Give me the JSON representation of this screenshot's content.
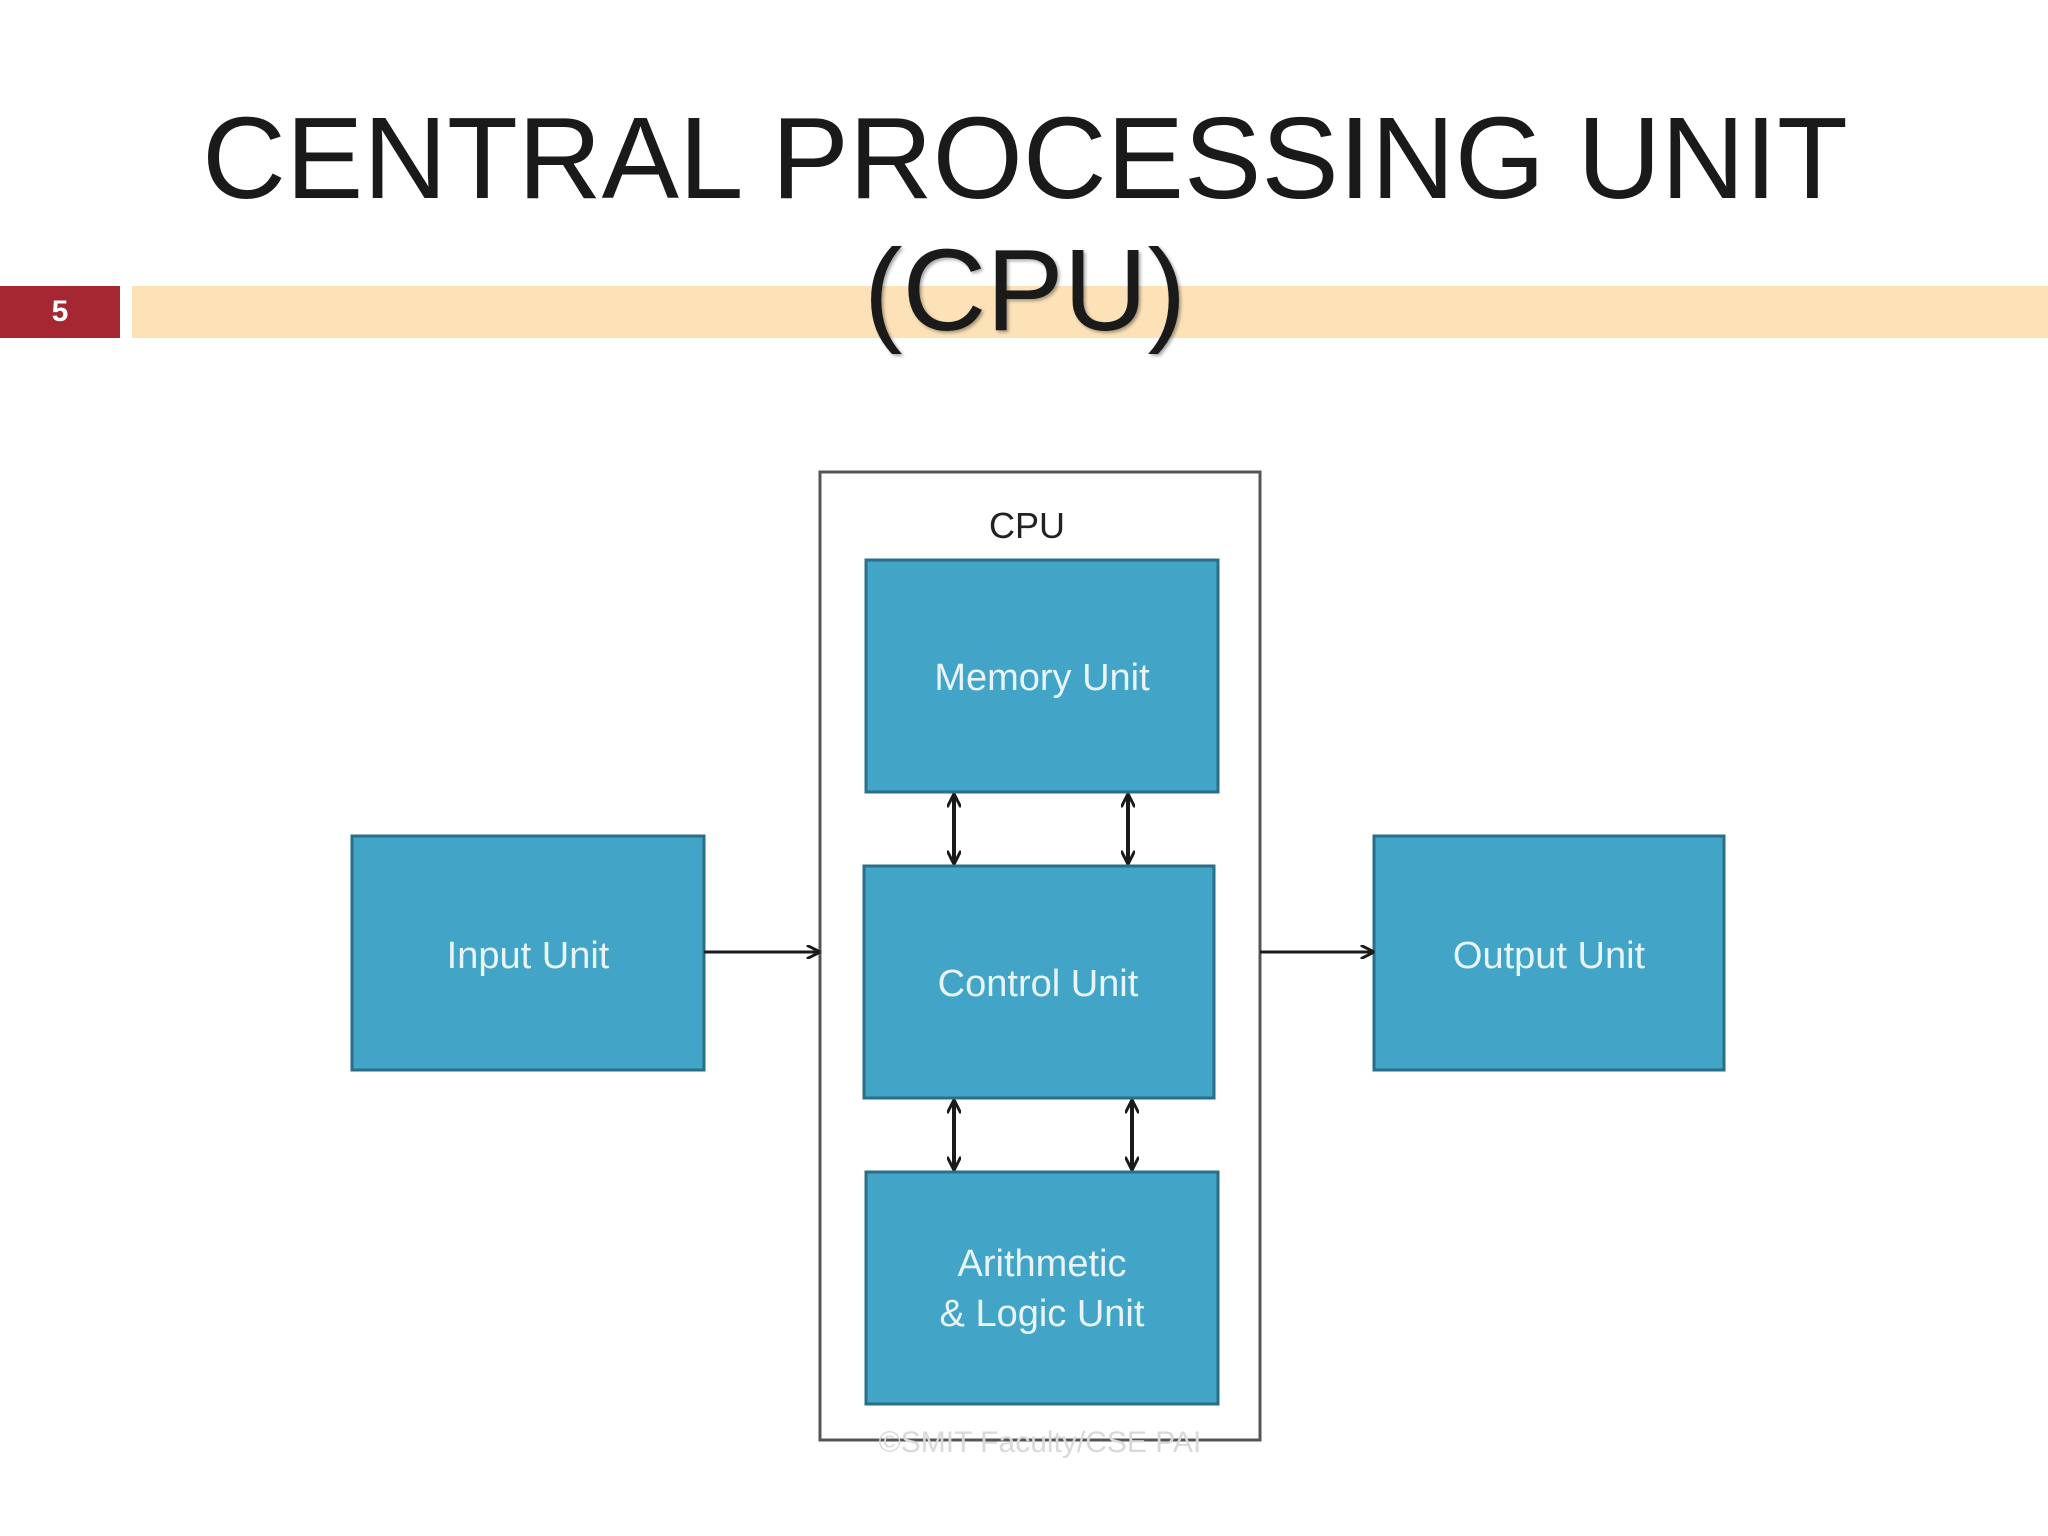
{
  "slide": {
    "number": "5",
    "title_line1": "CENTRAL PROCESSING UNIT",
    "title_line2": "(CPU)"
  },
  "colors": {
    "number_box": "#a42732",
    "title_band": "#fde2b8",
    "unit_box_fill": "#42a5c7",
    "unit_box_stroke": "#2a6f88",
    "unit_text": "#e8f4f8",
    "cpu_frame": "#555555"
  },
  "diagram": {
    "cpu_label": "CPU",
    "input_unit": "Input Unit",
    "output_unit": "Output  Unit",
    "memory_unit": "Memory Unit",
    "control_unit": "Control Unit",
    "alu_line1": "Arithmetic",
    "alu_line2": "& Logic Unit",
    "watermark": "©SMIT Faculty/CSE PAI"
  }
}
